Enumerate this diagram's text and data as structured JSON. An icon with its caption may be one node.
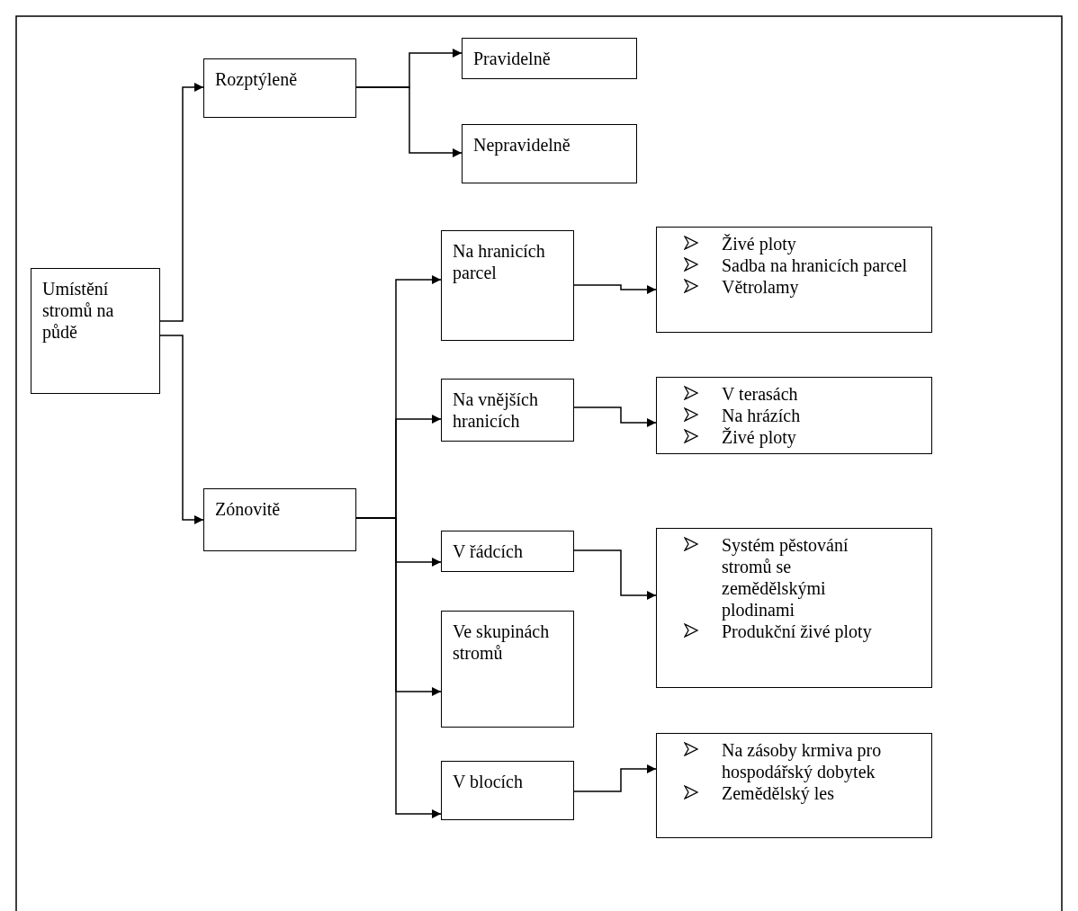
{
  "diagram": {
    "nodes": [
      {
        "text": [
          "Umístění stromů na půdě"
        ]
      },
      {
        "text": [
          "Rozptýleně"
        ]
      },
      {
        "text": [
          "Pravidelně"
        ]
      },
      {
        "text": [
          "Nepravidelně"
        ]
      },
      {
        "text": [
          "Zónovitě"
        ]
      },
      {
        "text": [
          "Na hranicích parcel"
        ]
      },
      {
        "text": [
          "Na vnějších hranicích"
        ]
      },
      {
        "text": [
          "V řádcích"
        ]
      },
      {
        "text": [
          "Ve skupinách stromů"
        ]
      },
      {
        "text": [
          "V blocích"
        ]
      },
      {
        "text": [
          "Živé ploty",
          "Sadba na hranicích parcel",
          "Větrolamy"
        ]
      },
      {
        "text": [
          "V terasách",
          "Na hrázích",
          "Živé ploty"
        ]
      },
      {
        "text": [
          "Systém pěstování stromů se zemědělskými plodinami",
          "Produkční živé ploty"
        ]
      },
      {
        "text": [
          "Na zásoby krmiva pro hospodářský dobytek",
          "Zemědělský les"
        ]
      }
    ],
    "edges": [
      {
        "from": 0,
        "to": 1,
        "arrow": "to"
      },
      {
        "from": 0,
        "to": 4,
        "arrow": "to"
      },
      {
        "from": 1,
        "to": 2,
        "arrow": "to"
      },
      {
        "from": 1,
        "to": 3,
        "arrow": "to"
      },
      {
        "from": 4,
        "to": 5,
        "arrow": "to"
      },
      {
        "from": 4,
        "to": 6,
        "arrow": "to"
      },
      {
        "from": 4,
        "to": 7,
        "arrow": "to"
      },
      {
        "from": 4,
        "to": 8,
        "arrow": "to"
      },
      {
        "from": 4,
        "to": 9,
        "arrow": "to"
      },
      {
        "from": 5,
        "to": 10,
        "arrow": "to"
      },
      {
        "from": 6,
        "to": 11,
        "arrow": "to"
      },
      {
        "from": 7,
        "to": 12,
        "arrow": "to"
      },
      {
        "from": 9,
        "to": 13,
        "arrow": "to"
      }
    ]
  }
}
